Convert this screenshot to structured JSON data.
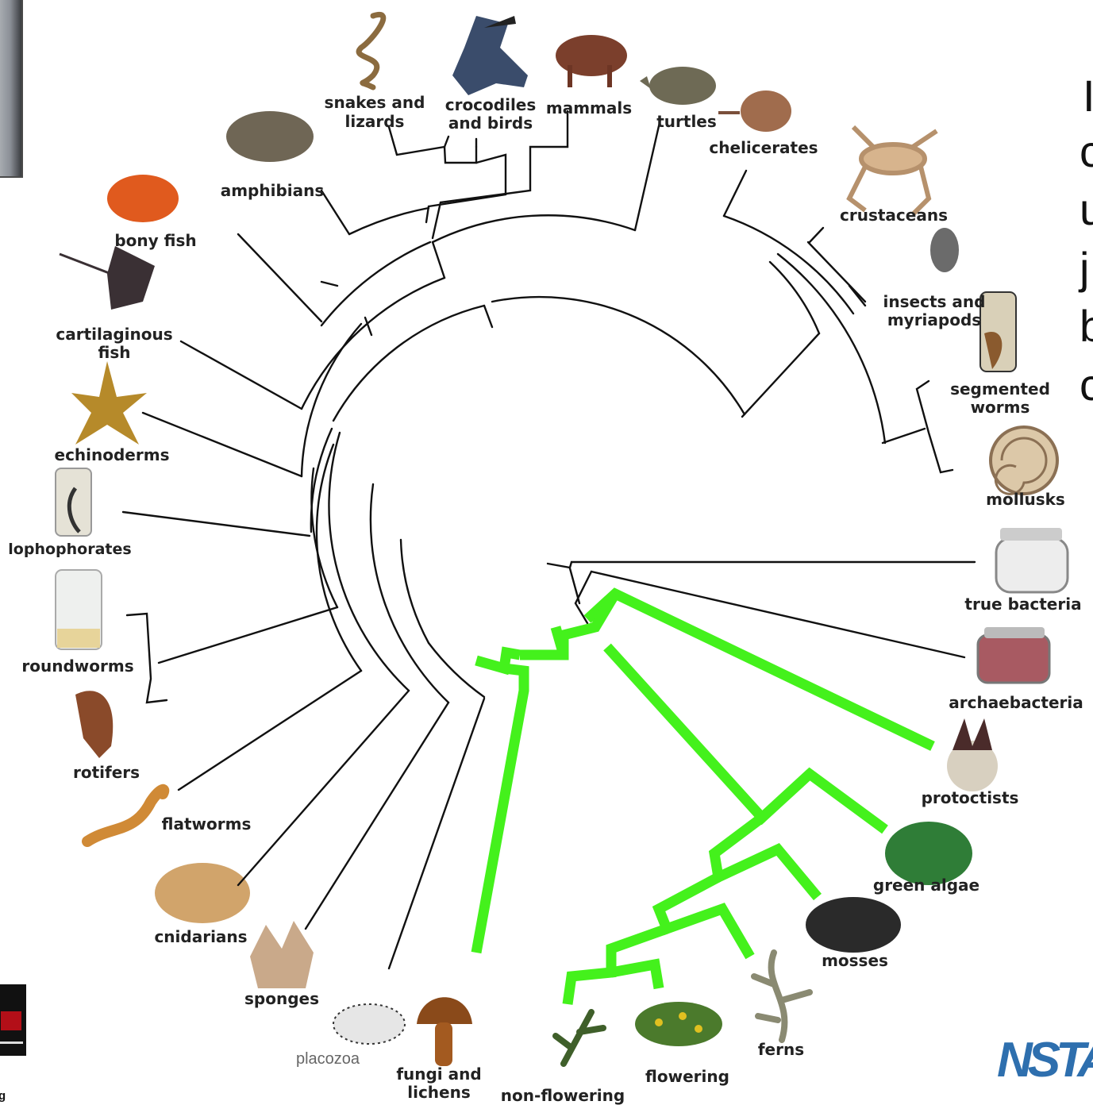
{
  "tree": {
    "labels": {
      "snakes_lizards": [
        "snakes and",
        "lizards"
      ],
      "crocodiles_birds": [
        "crocodiles",
        "and birds"
      ],
      "mammals": "mammals",
      "turtles": "turtles",
      "chelicerates": "chelicerates",
      "crustaceans": "crustaceans",
      "insects_myriapods": [
        "insects and",
        "myriapods"
      ],
      "segmented_worms": [
        "segmented",
        "worms"
      ],
      "mollusks": "mollusks",
      "true_bacteria": "true bacteria",
      "archaebacteria": "archaebacteria",
      "protoctists": "protoctists",
      "green_algae": "green algae",
      "mosses": "mosses",
      "ferns": "ferns",
      "flowering": "flowering",
      "non_flowering": "non-flowering",
      "fungi_lichens": [
        "fungi and",
        "lichens"
      ],
      "placozoa": "placozoa",
      "sponges": "sponges",
      "cnidarians": "cnidarians",
      "flatworms": "flatworms",
      "rotifers": "rotifers",
      "roundworms": "roundworms",
      "lophophorates": "lophophorates",
      "echinoderms": "echinoderms",
      "cartilaginous_fish": [
        "cartilaginous",
        "fish"
      ],
      "bony_fish": "bony fish",
      "amphibians": "amphibians"
    },
    "colors": {
      "branch": "#111111",
      "plant_branch": "#44f11c"
    }
  },
  "side_text": {
    "lines": [
      "I",
      "c",
      "u",
      "j",
      "b",
      "c"
    ]
  },
  "logo": {
    "text": "NSTA"
  },
  "badge": {
    "caption": "g"
  }
}
